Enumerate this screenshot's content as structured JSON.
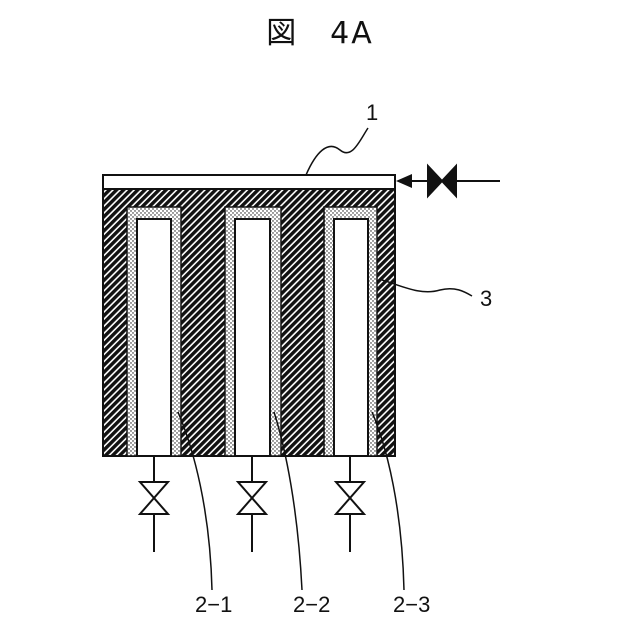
{
  "figure": {
    "title": "図　4A"
  },
  "labels": {
    "top_plate": "1",
    "coating": "3",
    "tube_1": "2−1",
    "tube_2": "2−2",
    "tube_3": "2−3"
  },
  "colors": {
    "line": "#111111",
    "background": "#ffffff"
  }
}
